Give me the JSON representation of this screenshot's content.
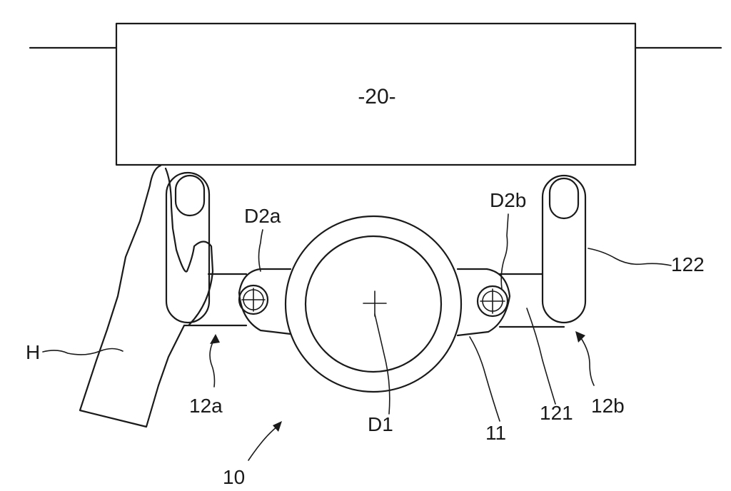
{
  "labels": {
    "housing": "-20-",
    "hand": "H",
    "pivot_left": "D2a",
    "pivot_right": "D2b",
    "grip_right": "122",
    "handle_left": "12a",
    "handle_right": "12b",
    "center_axis": "D1",
    "ring": "11",
    "arm_right": "121",
    "assembly": "10"
  }
}
